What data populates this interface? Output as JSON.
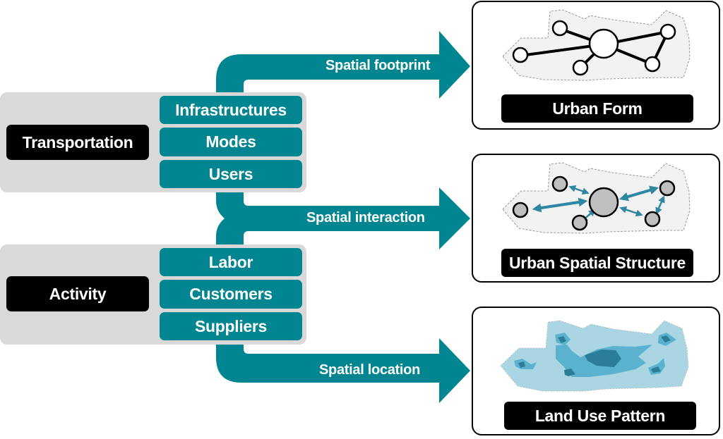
{
  "diagram": {
    "colors": {
      "teal": "#008591",
      "group_background": "#d9d9d9",
      "label_background": "#000000",
      "arrow_blue": "#2e86a0",
      "node_gray": "#bfbfbf",
      "footprint_fill": "#f2f2f2",
      "land_use_light": "#a9d6e2",
      "land_use_mid": "#5ab2cf",
      "land_use_dark": "#2c7d98"
    },
    "sources": [
      {
        "label": "Transportation",
        "items": [
          "Infrastructures",
          "Modes",
          "Users"
        ]
      },
      {
        "label": "Activity",
        "items": [
          "Labor",
          "Customers",
          "Suppliers"
        ]
      }
    ],
    "flows": [
      {
        "label": "Spatial footprint",
        "target": "Urban Form"
      },
      {
        "label": "Spatial interaction",
        "target": "Urban Spatial Structure"
      },
      {
        "label": "Spatial location",
        "target": "Land Use Pattern"
      }
    ],
    "outcomes": [
      {
        "title": "Urban Form",
        "icon": "network-graph-icon"
      },
      {
        "title": "Urban Spatial Structure",
        "icon": "spatial-interaction-icon"
      },
      {
        "title": "Land Use Pattern",
        "icon": "land-use-density-icon"
      }
    ]
  }
}
